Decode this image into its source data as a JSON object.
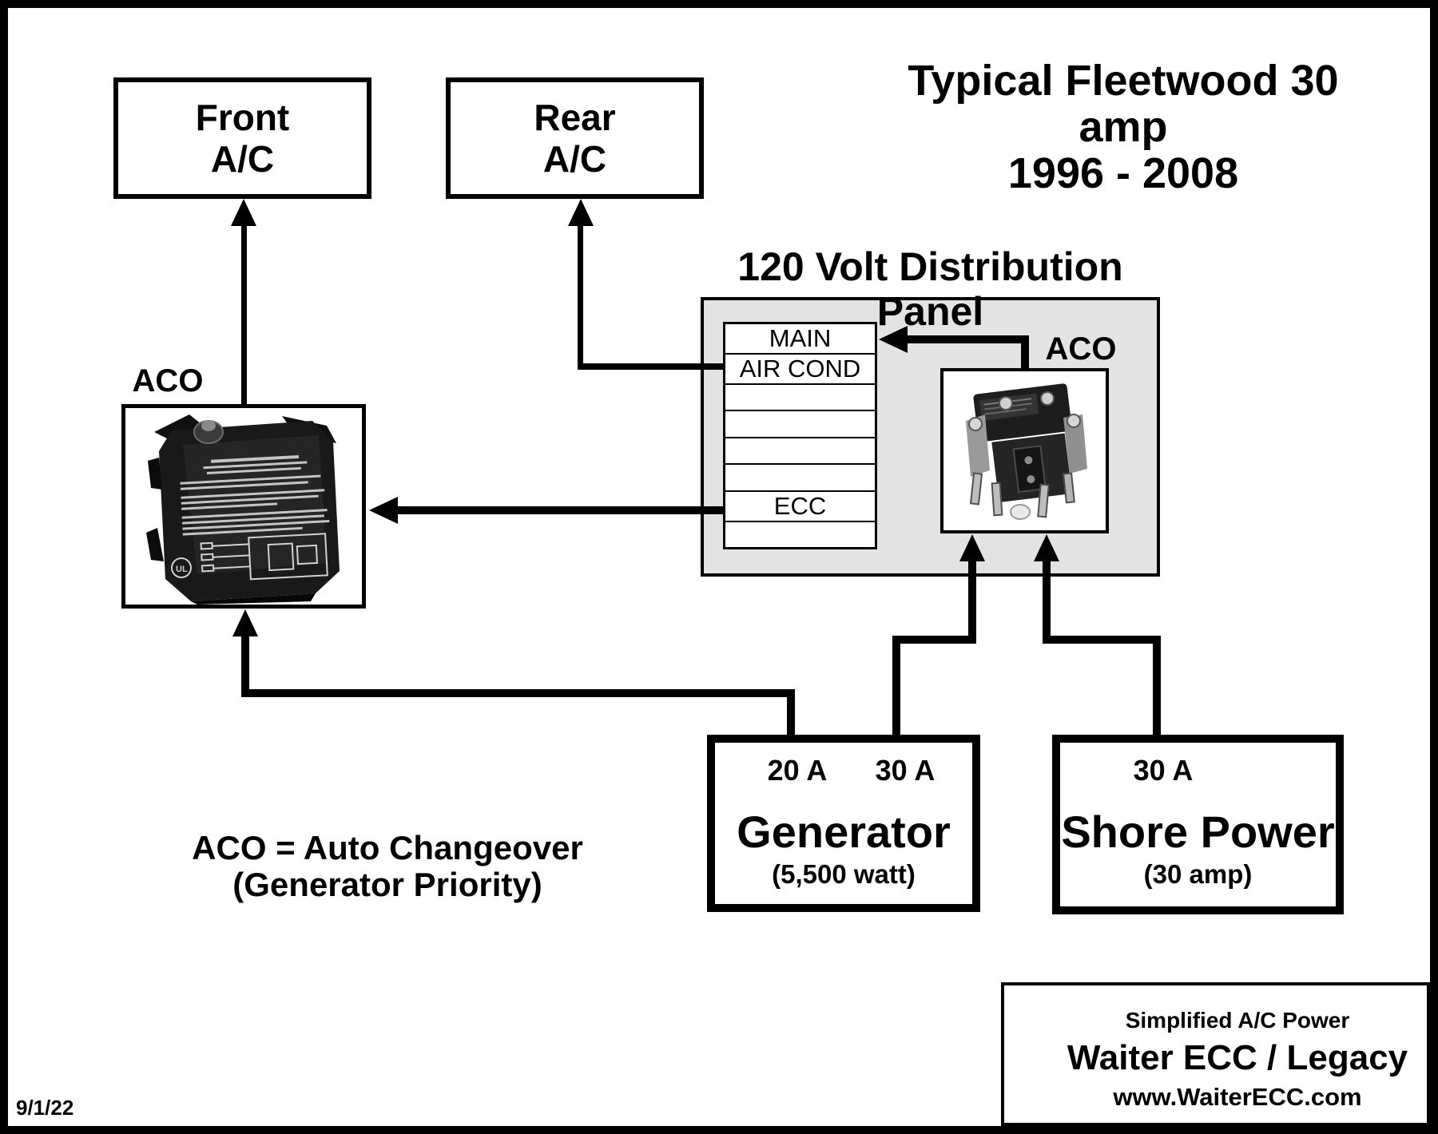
{
  "title": {
    "line1": "Typical Fleetwood 30 amp",
    "line2": "1996 - 2008"
  },
  "date": "9/1/22",
  "boxes": {
    "front_ac": {
      "line1": "Front",
      "line2": "A/C"
    },
    "rear_ac": {
      "line1": "Rear",
      "line2": "A/C"
    },
    "generator": {
      "breaker1": "20 A",
      "breaker2": "30 A",
      "name": "Generator",
      "sub": "(5,500 watt)"
    },
    "shore": {
      "breaker": "30 A",
      "name": "Shore Power",
      "sub": "(30 amp)"
    }
  },
  "panel": {
    "label": "120 Volt Distribution Panel",
    "aco_label": "ACO",
    "rows": [
      "MAIN",
      "AIR COND",
      "",
      "",
      "",
      "",
      "ECC",
      ""
    ]
  },
  "aco_left": {
    "label": "ACO"
  },
  "legend": {
    "line1": "ACO = Auto Changeover",
    "line2": "(Generator Priority)"
  },
  "footer_box": {
    "line1": "Simplified A/C Power",
    "line2": "Waiter ECC / Legacy",
    "line3": "www.WaiterECC.com"
  },
  "colors": {
    "ink": "#000000",
    "panel_bg": "#e3e3e3",
    "page_bg": "#ffffff"
  }
}
